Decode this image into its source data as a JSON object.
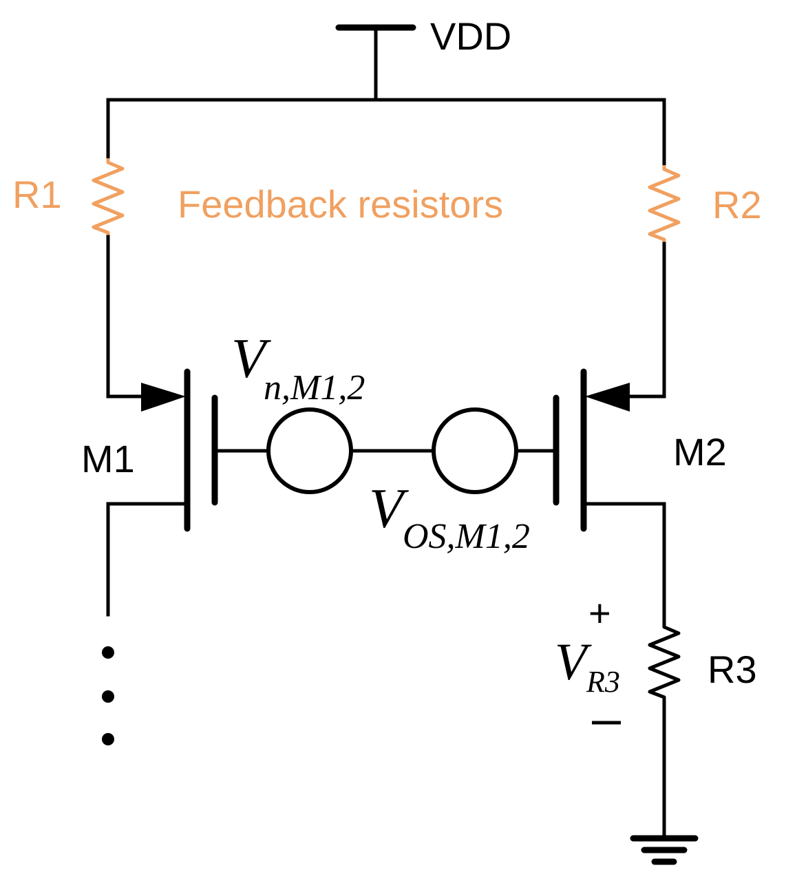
{
  "supply": {
    "label": "VDD"
  },
  "resistors": {
    "r1": "R1",
    "r2": "R2",
    "r3": "R3",
    "group_label": "Feedback resistors"
  },
  "transistors": {
    "m1": "M1",
    "m2": "M2"
  },
  "sources": {
    "noise_main": "V",
    "noise_sub": "n,M1,2",
    "offset_main": "V",
    "offset_sub": "OS,M1,2"
  },
  "r3_voltage": {
    "plus": "+",
    "minus": "−",
    "main": "V",
    "sub": "R3"
  },
  "colors": {
    "feedback_resistor": "#F0A060",
    "wire": "#000000"
  }
}
